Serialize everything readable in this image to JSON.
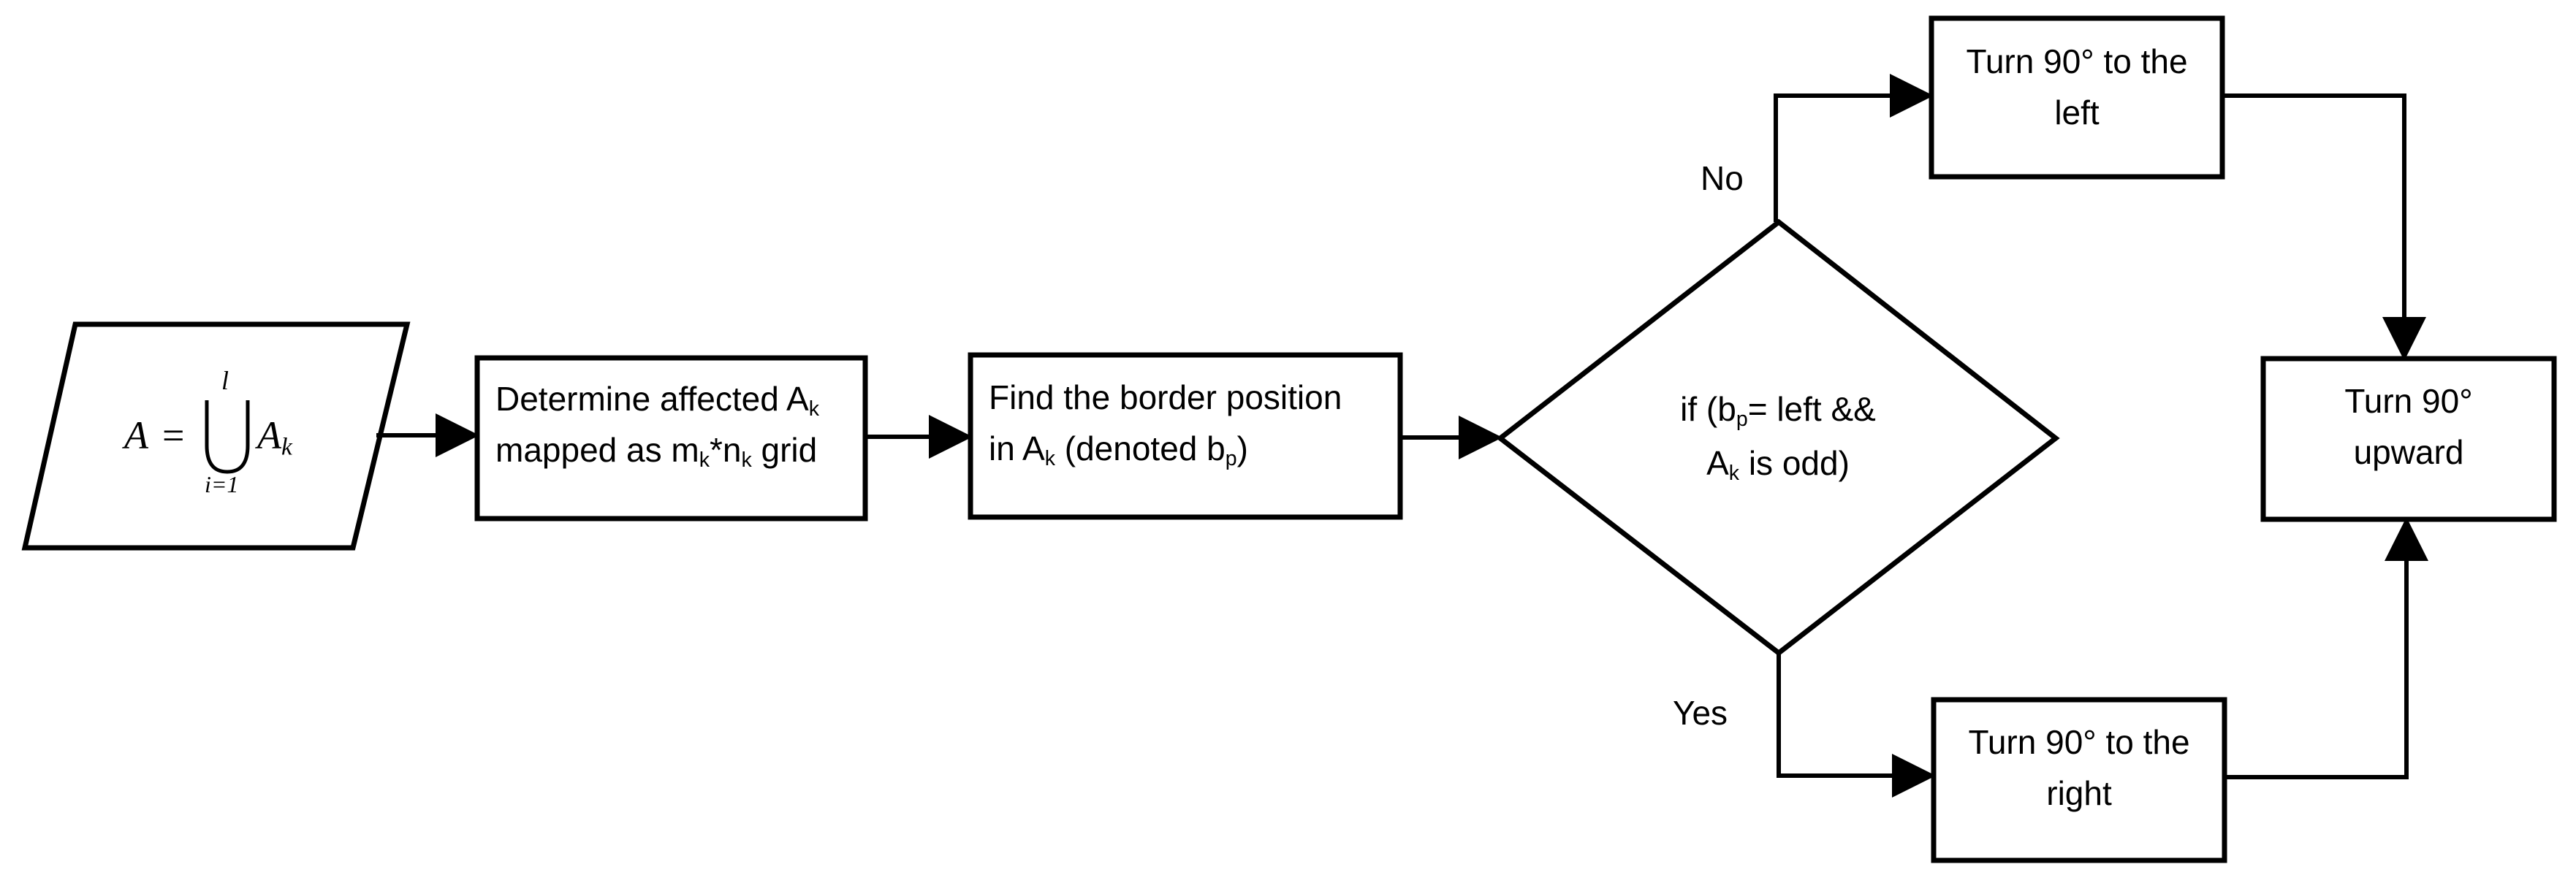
{
  "input_node": {
    "lhs": "A",
    "equals": "=",
    "upper_limit": "l",
    "lower_limit": "i=1",
    "term": "A",
    "term_subscript": "k"
  },
  "node_determine": {
    "line1_prefix": "Determine affected A",
    "line1_sub": "k",
    "line2_a": "mapped as m",
    "line2_sub1": "k",
    "line2_b": "*n",
    "line2_sub2": "k",
    "line2_c": " grid"
  },
  "node_find": {
    "line1": "Find the border position",
    "line2_a": "in A",
    "line2_sub1": "k",
    "line2_b": " (denoted b",
    "line2_sub2": "p",
    "line2_c": ")"
  },
  "decision": {
    "line1_a": "if (b",
    "line1_sub": "p",
    "line1_b": "= left &&",
    "line2_a": "A",
    "line2_sub": "k",
    "line2_b": " is odd)"
  },
  "labels": {
    "no": "No",
    "yes": "Yes"
  },
  "node_left": {
    "line1": "Turn 90° to the",
    "line2": "left"
  },
  "node_right": {
    "line1": "Turn 90° to the",
    "line2": "right"
  },
  "node_up": {
    "line1": "Turn 90°",
    "line2": "upward"
  },
  "colors": {
    "stroke": "#000000",
    "fill": "#ffffff",
    "text": "#000000"
  }
}
